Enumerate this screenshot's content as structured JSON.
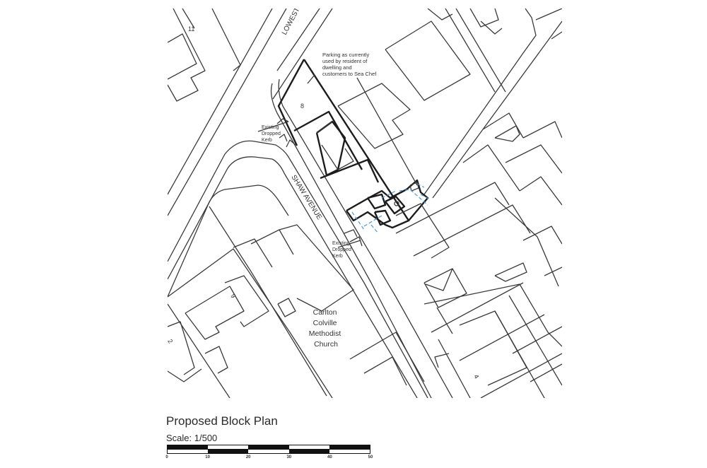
{
  "drawing": {
    "title": "Proposed Block Plan",
    "scale": "Scale: 1/500"
  },
  "map": {
    "roads": [
      {
        "label": "LOWEST",
        "note": "road name truncated at frame edge"
      },
      {
        "label": "SHAW AVENUE"
      }
    ],
    "annotations": {
      "parking_note": [
        "Parking as currently",
        "used by resident of",
        "dwelling and",
        "customers to Sea Chef"
      ],
      "kerb_north": [
        "Existing",
        "Dropped",
        "Kerb"
      ],
      "kerb_south": [
        "Existing",
        "Dropped",
        "Kerb"
      ],
      "church": [
        "Carlton",
        "Colville",
        "Methodist",
        "Church"
      ]
    },
    "house_numbers": {
      "n11": "11",
      "n8": "8",
      "n9": "9",
      "n2": "2",
      "n4": "4"
    }
  },
  "scalebar": {
    "ticks": [
      "0",
      "10",
      "20",
      "30",
      "40",
      "50"
    ],
    "unit_segments": 5
  },
  "colors": {
    "line": "#3a3a3a",
    "heavy_line": "#1c1c1c",
    "proposed_blue": "#4a9ad6",
    "background": "#ffffff"
  }
}
